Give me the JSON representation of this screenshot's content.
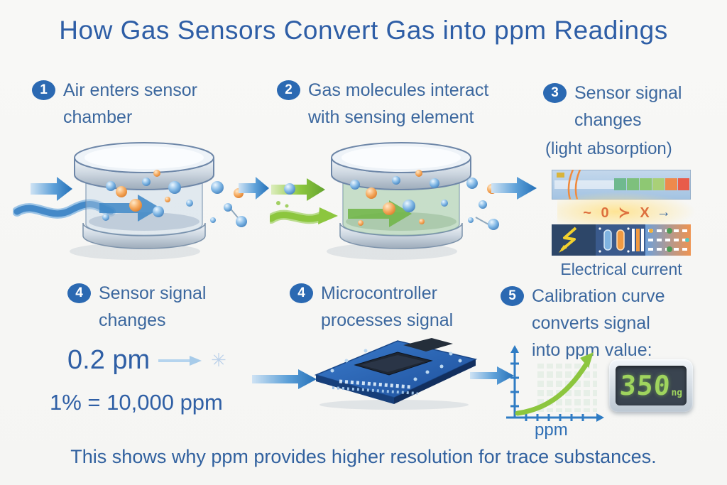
{
  "title": "How Gas Sensors Convert Gas into ppm Readings",
  "footer": "This shows why ppm provides higher resolution for trace substances.",
  "steps": {
    "s1": {
      "badge": "1",
      "lines": [
        "Air enters sensor",
        "chamber"
      ]
    },
    "s2": {
      "badge": "2",
      "lines": [
        "Gas molecules interact",
        "with sensing element"
      ]
    },
    "s3": {
      "badge": "3",
      "lines": [
        "Sensor signal",
        "changes"
      ],
      "subtitle": "(light absorption)",
      "symbols": "~ 0 ≻ X",
      "symbols_arrow": "→",
      "current_label": "Electrical current"
    },
    "s4a": {
      "badge": "4",
      "lines": [
        "Sensor signal",
        "changes"
      ],
      "reading": "0.2 pm",
      "reading_marker": "✳",
      "equation": "1% = 10,000 ppm"
    },
    "s4b": {
      "badge": "4",
      "lines": [
        "Microcontroller",
        "processes signal"
      ]
    },
    "s5": {
      "badge": "5",
      "lines": [
        "Calibration curve",
        "converts signal",
        "into ppm value:"
      ],
      "graph_xlabel": "ppm",
      "display_value": "350",
      "display_unit": "ng",
      "curve_shape": "rising exponential"
    }
  },
  "colors": {
    "title_blue": "#2e5ea6",
    "text_blue": "#3b679e",
    "badge_blue": "#2b69b2",
    "arrow_blue": "#2e7cc4",
    "arrow_green": "#8cc63e",
    "molecule_orange": "#ef8b3f",
    "display_green": "#9fd45e"
  }
}
